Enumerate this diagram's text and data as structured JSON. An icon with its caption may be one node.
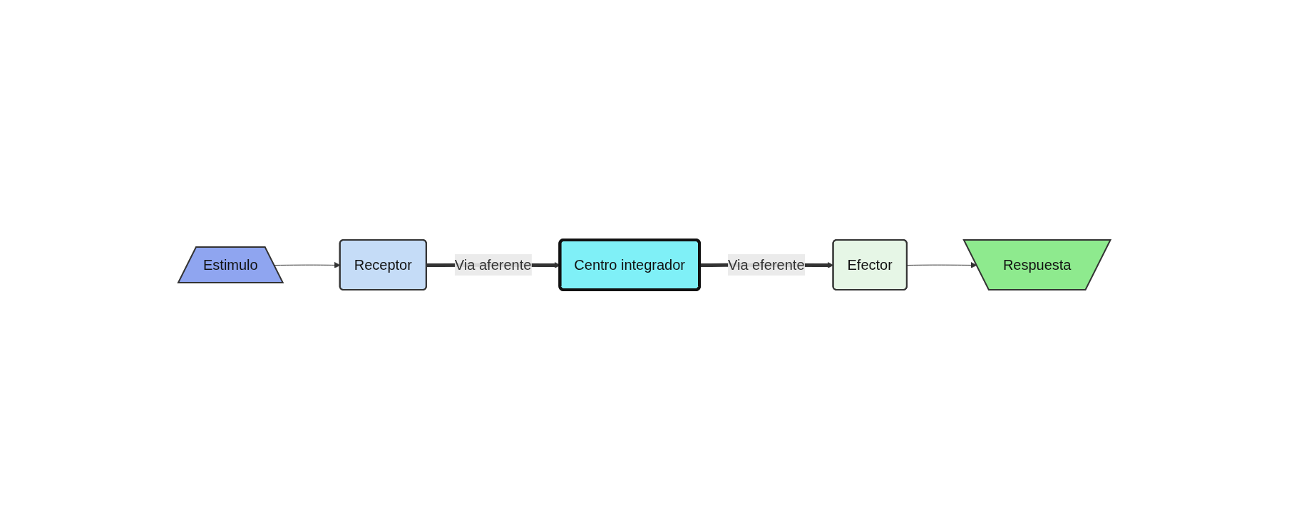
{
  "diagram": {
    "nodes": [
      {
        "text": [
          "Estimulo"
        ]
      },
      {
        "text": [
          "Receptor"
        ]
      },
      {
        "text": [
          "Centro integrador"
        ]
      },
      {
        "text": [
          "Efector"
        ]
      },
      {
        "text": [
          "Respuesta"
        ]
      }
    ],
    "edges": [
      {
        "from": 0,
        "to": 1,
        "arrow": "to"
      },
      {
        "from": 1,
        "to": 2,
        "arrow": "to",
        "label": "Via aferente",
        "style": "thick"
      },
      {
        "from": 2,
        "to": 3,
        "arrow": "to",
        "label": "Via eferente",
        "style": "thick"
      },
      {
        "from": 3,
        "to": 4,
        "arrow": "to"
      }
    ]
  }
}
